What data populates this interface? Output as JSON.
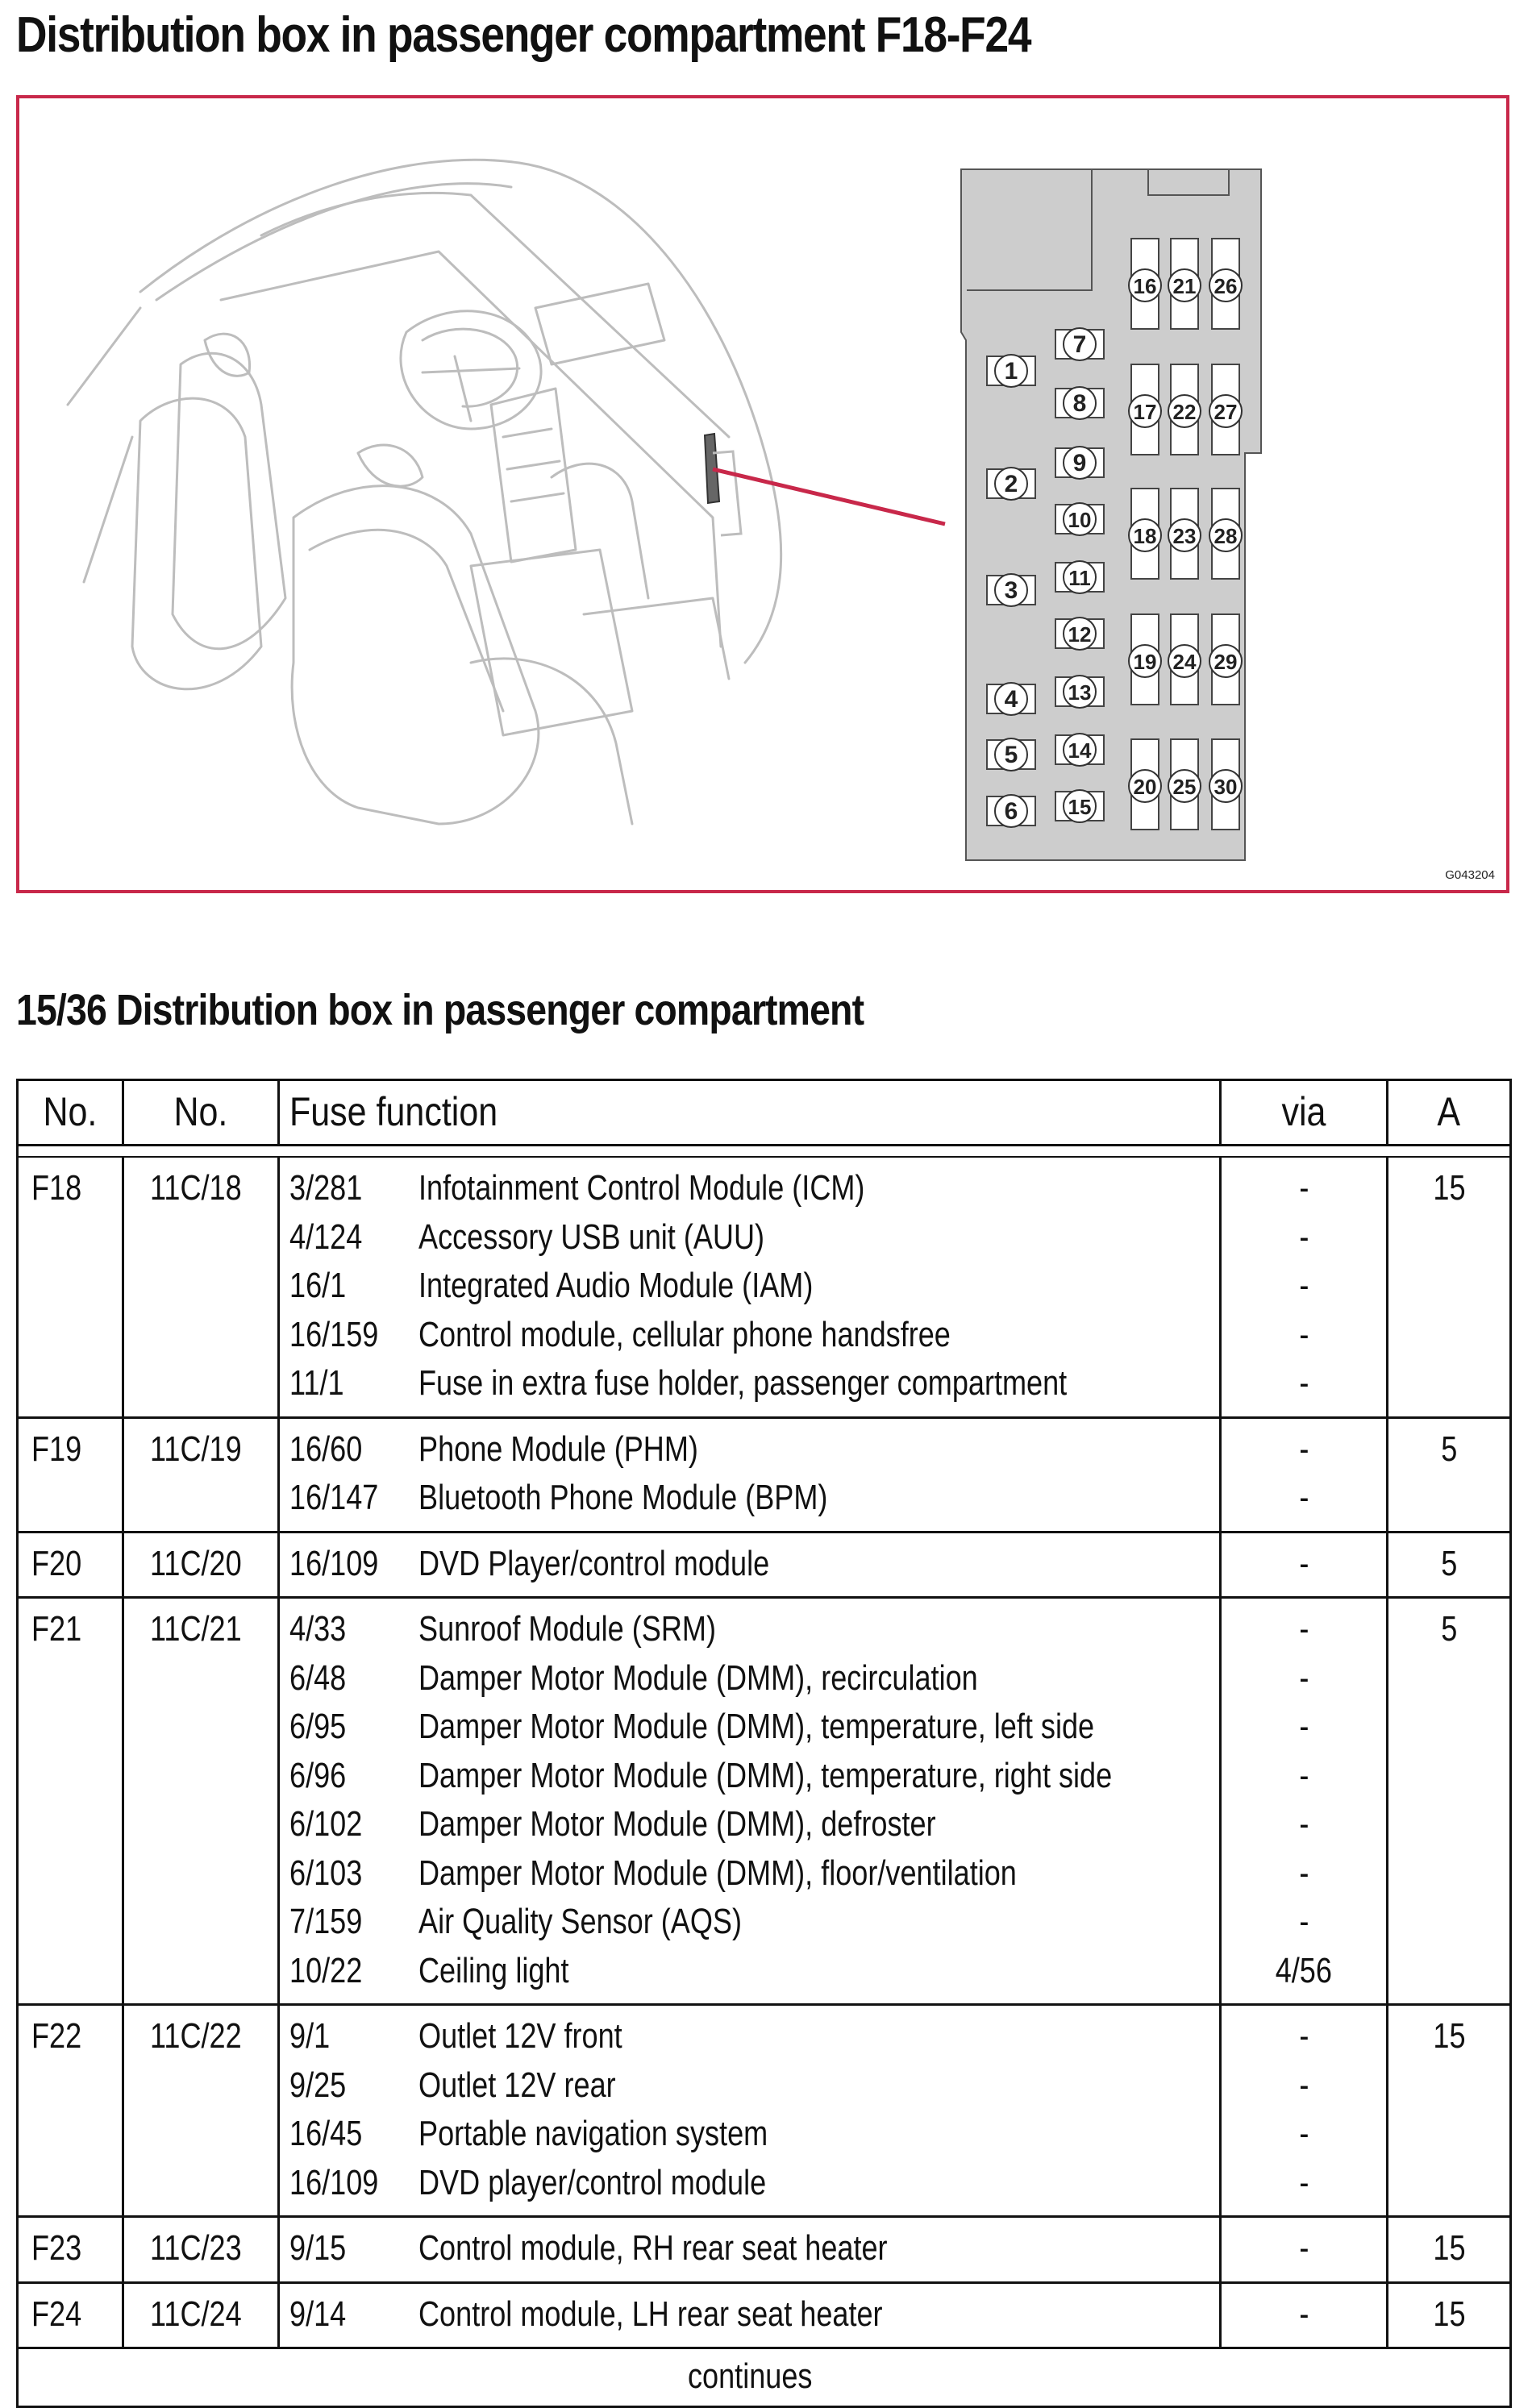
{
  "page_title": "Distribution box in passenger compartment F18-F24",
  "figure": {
    "code": "G043204",
    "fuse_layout": {
      "left_column_fuses": [
        "1",
        "2",
        "3",
        "4",
        "5",
        "6"
      ],
      "middle_column_fuses": [
        "7",
        "8",
        "9",
        "10",
        "11",
        "12",
        "13",
        "14",
        "15"
      ],
      "right_grid_rows": [
        [
          "16",
          "21",
          "26"
        ],
        [
          "17",
          "22",
          "27"
        ],
        [
          "18",
          "23",
          "28"
        ],
        [
          "19",
          "24",
          "29"
        ],
        [
          "20",
          "25",
          "30"
        ]
      ]
    },
    "colors": {
      "frame": "#c8284a",
      "pointer": "#c8284a",
      "fuse_box": "#cdcdcd",
      "sketch": "#bdbdbd"
    }
  },
  "table_title": "15/36 Distribution box in passenger compartment",
  "table": {
    "headers": {
      "fuse_no": "No.",
      "connector_no": "No.",
      "function": "Fuse function",
      "via": "via",
      "amps": "A"
    },
    "groups": [
      {
        "fuse": "F18",
        "connector": "11C/18",
        "amps": "15",
        "items": [
          {
            "code": "3/281",
            "desc": "Infotainment Control Module (ICM)",
            "via": "-"
          },
          {
            "code": "4/124",
            "desc": "Accessory USB unit (AUU)",
            "via": "-"
          },
          {
            "code": "16/1",
            "desc": "Integrated Audio Module (IAM)",
            "via": "-"
          },
          {
            "code": "16/159",
            "desc": "Control module, cellular phone handsfree",
            "via": "-"
          },
          {
            "code": "11/1",
            "desc": "Fuse in extra fuse holder, passenger compartment",
            "via": "-"
          }
        ]
      },
      {
        "fuse": "F19",
        "connector": "11C/19",
        "amps": "5",
        "items": [
          {
            "code": "16/60",
            "desc": "Phone Module (PHM)",
            "via": "-"
          },
          {
            "code": "16/147",
            "desc": "Bluetooth Phone Module (BPM)",
            "via": "-"
          }
        ]
      },
      {
        "fuse": "F20",
        "connector": "11C/20",
        "amps": "5",
        "items": [
          {
            "code": "16/109",
            "desc": "DVD Player/control module",
            "via": "-"
          }
        ]
      },
      {
        "fuse": "F21",
        "connector": "11C/21",
        "amps": "5",
        "items": [
          {
            "code": "4/33",
            "desc": "Sunroof Module (SRM)",
            "via": "-"
          },
          {
            "code": "6/48",
            "desc": "Damper Motor Module (DMM), recirculation",
            "via": "-"
          },
          {
            "code": "6/95",
            "desc": "Damper Motor Module (DMM), temperature, left side",
            "via": "-"
          },
          {
            "code": "6/96",
            "desc": "Damper Motor Module (DMM), temperature, right side",
            "via": "-"
          },
          {
            "code": "6/102",
            "desc": "Damper Motor Module (DMM), defroster",
            "via": "-"
          },
          {
            "code": "6/103",
            "desc": "Damper Motor Module (DMM), floor/ventilation",
            "via": "-"
          },
          {
            "code": "7/159",
            "desc": "Air Quality Sensor (AQS)",
            "via": "-"
          },
          {
            "code": "10/22",
            "desc": "Ceiling light",
            "via": "4/56"
          }
        ]
      },
      {
        "fuse": "F22",
        "connector": "11C/22",
        "amps": "15",
        "items": [
          {
            "code": "9/1",
            "desc": "Outlet 12V front",
            "via": "-"
          },
          {
            "code": "9/25",
            "desc": "Outlet 12V rear",
            "via": "-"
          },
          {
            "code": "16/45",
            "desc": "Portable navigation system",
            "via": "-"
          },
          {
            "code": "16/109",
            "desc": "DVD player/control module",
            "via": "-"
          }
        ]
      },
      {
        "fuse": "F23",
        "connector": "11C/23",
        "amps": "15",
        "items": [
          {
            "code": "9/15",
            "desc": "Control module, RH rear seat heater",
            "via": "-"
          }
        ]
      },
      {
        "fuse": "F24",
        "connector": "11C/24",
        "amps": "15",
        "items": [
          {
            "code": "9/14",
            "desc": "Control module, LH rear seat heater",
            "via": "-"
          }
        ]
      }
    ],
    "footer": "continues"
  }
}
